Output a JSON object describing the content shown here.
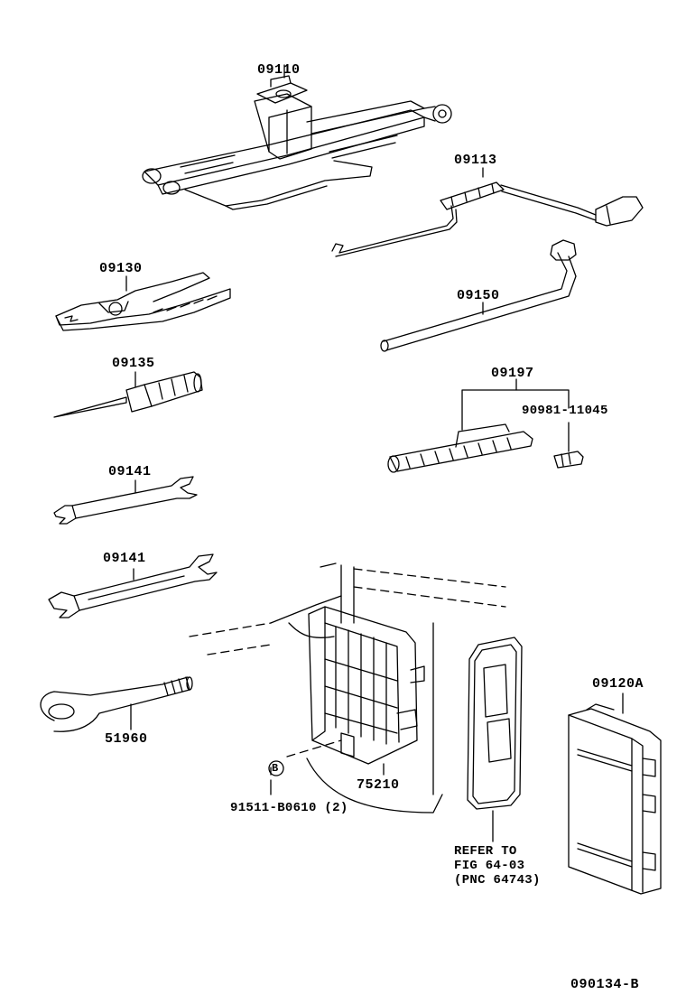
{
  "diagram_code": "090134-B",
  "callout_symbol": "B",
  "parts": [
    {
      "id": "jack",
      "number": "09110",
      "name": "jack-part"
    },
    {
      "id": "jack_handle",
      "number": "09113",
      "name": "jack-handle-part"
    },
    {
      "id": "pliers",
      "number": "09130",
      "name": "pliers-part"
    },
    {
      "id": "wheel_wrench",
      "number": "09150",
      "name": "wheel-nut-wrench-part"
    },
    {
      "id": "screwdriver",
      "number": "09135",
      "name": "screwdriver-part"
    },
    {
      "id": "valve_tool",
      "number": "09197",
      "name": "tire-pressure-gauge-part"
    },
    {
      "id": "valve_core",
      "number": "90981-11045",
      "name": "valve-core-part"
    },
    {
      "id": "wrench_small",
      "number": "09141",
      "name": "open-end-wrench-small-part"
    },
    {
      "id": "wrench_large",
      "number": "09141",
      "name": "open-end-wrench-large-part"
    },
    {
      "id": "tow_eye",
      "number": "51960",
      "name": "towing-eye-part"
    },
    {
      "id": "tool_box",
      "number": "75210",
      "name": "tool-box-part"
    },
    {
      "id": "bolt",
      "number": "91511-B0610 (2)",
      "name": "bolt-part"
    },
    {
      "id": "case",
      "number": "09120A",
      "name": "tool-case-part"
    }
  ],
  "reference": {
    "line1": "REFER TO",
    "line2": "FIG 64-03",
    "line3": "(PNC 64743)"
  }
}
